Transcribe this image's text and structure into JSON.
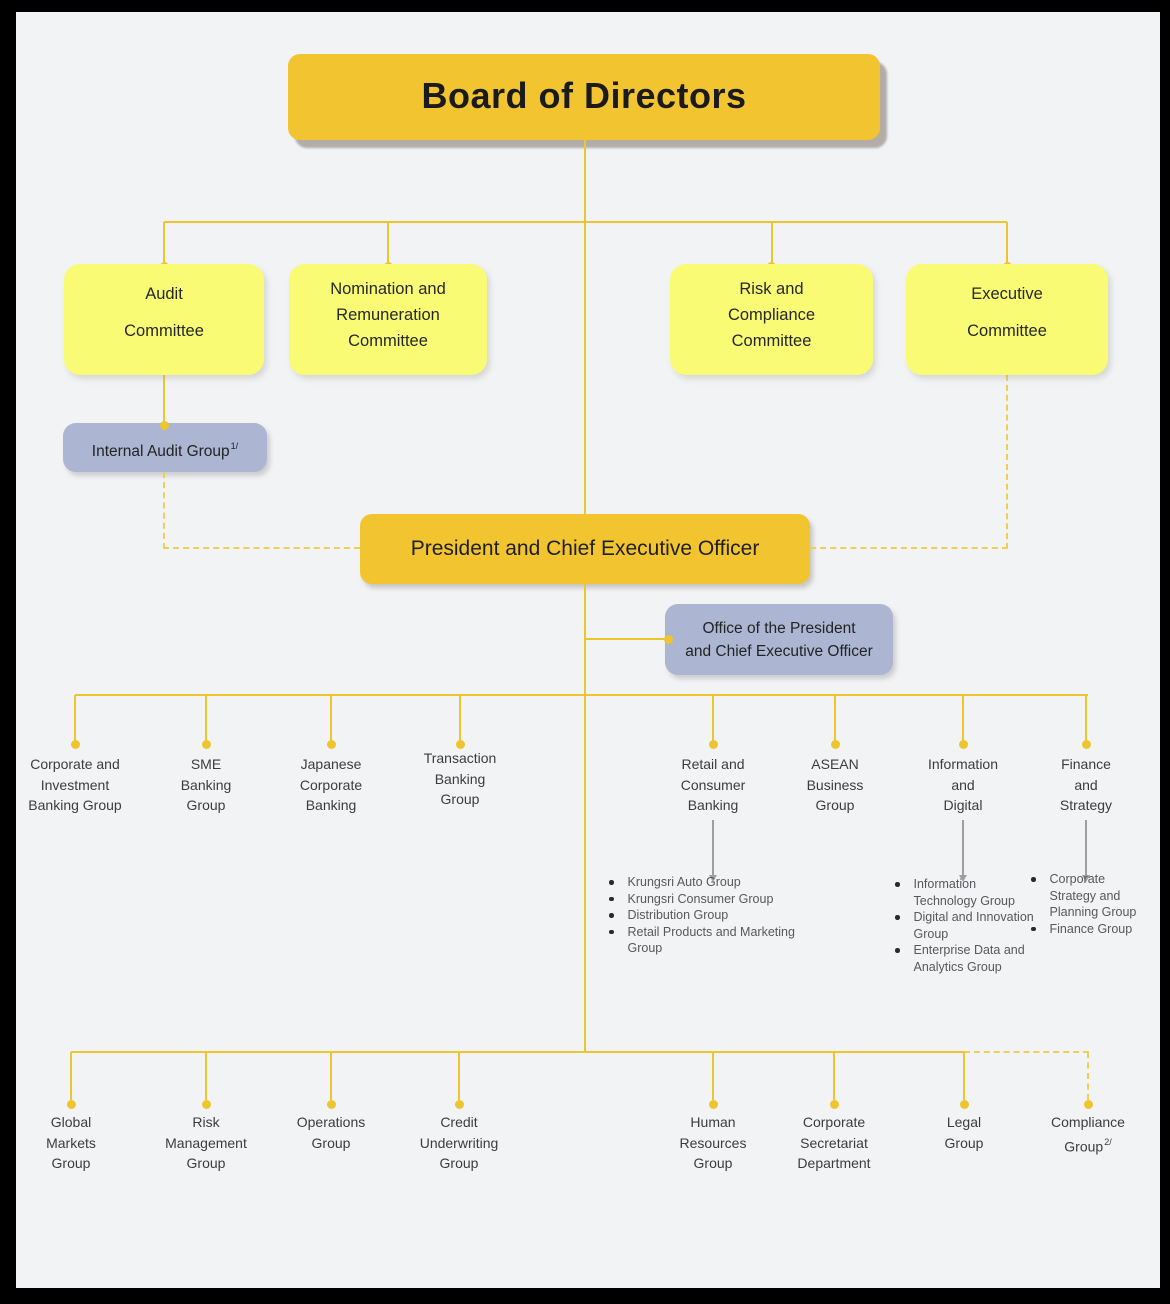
{
  "colors": {
    "gold": "#F2C430",
    "lemon": "#FAFB74",
    "slate": "#ACB6D2",
    "line": "#EFC52F",
    "dash": "#F0CE55",
    "canvas": "#F1F3F5",
    "frame": "#000000",
    "text": "#222325",
    "label": "#3B3C3E",
    "sub": "#57585B",
    "arrow": "#9E9FA1"
  },
  "board": {
    "label": "Board of Directors"
  },
  "committees": [
    {
      "id": "audit-committee",
      "lines": [
        "Audit",
        "Committee"
      ]
    },
    {
      "id": "nomination-and-remuneration-committee",
      "lines": [
        "Nomination and",
        "Remuneration",
        "Committee"
      ]
    },
    {
      "id": "risk-and-compliance-committee",
      "lines": [
        "Risk and",
        "Compliance",
        "Committee"
      ]
    },
    {
      "id": "executive-committee",
      "lines": [
        "Executive",
        "Committee"
      ]
    }
  ],
  "internal_audit": {
    "label": "Internal Audit Group",
    "footnote": "1/"
  },
  "president": {
    "label": "President and Chief Executive Officer"
  },
  "office": {
    "lines": [
      "Office of the President",
      "and Chief Executive Officer"
    ]
  },
  "mid_row": [
    {
      "id": "corporate-and-investment-banking-group",
      "lines": [
        "Corporate and",
        "Investment",
        "Banking Group"
      ]
    },
    {
      "id": "sme-banking-group",
      "lines": [
        "SME",
        "Banking",
        "Group"
      ]
    },
    {
      "id": "japanese-corporate-banking",
      "lines": [
        "Japanese",
        "Corporate",
        "Banking"
      ]
    },
    {
      "id": "transaction-banking-group",
      "lines": [
        "Transaction",
        "Banking",
        "Group"
      ]
    },
    {
      "id": "retail-and-consumer-banking",
      "lines": [
        "Retail and",
        "Consumer",
        "Banking"
      ],
      "sub": [
        "Krungsri Auto Group",
        "Krungsri Consumer Group",
        "Distribution Group",
        "Retail Products and Marketing Group"
      ]
    },
    {
      "id": "asean-business-group",
      "lines": [
        "ASEAN",
        "Business",
        "Group"
      ]
    },
    {
      "id": "information-and-digital",
      "lines": [
        "Information",
        "and",
        "Digital"
      ],
      "sub": [
        "Information Technology Group",
        "Digital and Innovation Group",
        "Enterprise Data and Analytics Group"
      ]
    },
    {
      "id": "finance-and-strategy",
      "lines": [
        "Finance",
        "and",
        "Strategy"
      ],
      "sub": [
        "Corporate Strategy and Planning Group",
        "Finance Group"
      ]
    }
  ],
  "bottom_row": [
    {
      "id": "global-markets-group",
      "lines": [
        "Global",
        "Markets",
        "Group"
      ]
    },
    {
      "id": "risk-management-group",
      "lines": [
        "Risk",
        "Management",
        "Group"
      ]
    },
    {
      "id": "operations-group",
      "lines": [
        "Operations",
        "Group"
      ]
    },
    {
      "id": "credit-underwriting-group",
      "lines": [
        "Credit",
        "Underwriting",
        "Group"
      ]
    },
    {
      "id": "human-resources-group",
      "lines": [
        "Human",
        "Resources",
        "Group"
      ]
    },
    {
      "id": "corporate-secretariat-department",
      "lines": [
        "Corporate",
        "Secretariat",
        "Department"
      ]
    },
    {
      "id": "legal-group",
      "lines": [
        "Legal",
        "Group"
      ]
    },
    {
      "id": "compliance-group",
      "lines": [
        "Compliance",
        "Group"
      ],
      "footnote": "2/",
      "dashed": true
    }
  ]
}
